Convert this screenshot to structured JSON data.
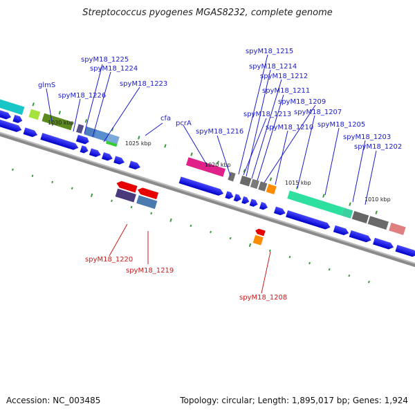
{
  "title": "Streptococcus pyogenes MGAS8232, complete genome",
  "footer": {
    "accession": "Accession: NC_003485",
    "stats": "Topology: circular; Length: 1,895,017 bp; Genes: 1,924"
  },
  "kbp_ticks": [
    "1030 kbp",
    "1025 kbp",
    "1020 kbp",
    "1015 kbp",
    "1010 kbp"
  ],
  "labels_forward": [
    "spyM18_1225",
    "spyM18_1224",
    "glmS",
    "spyM18_1226",
    "spyM18_1223",
    "cfa",
    "pcrA",
    "spyM18_1216",
    "spyM18_1215",
    "spyM18_1214",
    "spyM18_1212",
    "spyM18_1211",
    "spyM18_1209",
    "spyM18_1213",
    "spyM18_1207",
    "spyM18_1210",
    "spyM18_1205",
    "spyM18_1203",
    "spyM18_1202"
  ],
  "labels_reverse": [
    "spyM18_1220",
    "spyM18_1219",
    "spyM18_1208"
  ],
  "colors": {
    "forward_label": "#1a1acc",
    "reverse_label": "#cc1a1a",
    "cds": "#0000e6",
    "backbone": "#808080"
  }
}
